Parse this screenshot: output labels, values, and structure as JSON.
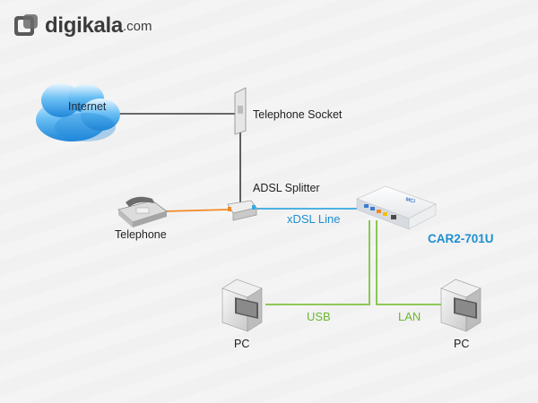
{
  "brand": {
    "name": "digikala",
    "domain": ".com"
  },
  "watermark_text": "digikala",
  "nodes": {
    "internet": "Internet",
    "telephone_socket": "Telephone Socket",
    "adsl_splitter": "ADSL Splitter",
    "telephone": "Telephone",
    "router_model": "CAR2-701U",
    "pc_left": "PC",
    "pc_right": "PC"
  },
  "links": {
    "xdsl": "xDSL Line",
    "usb": "USB",
    "lan": "LAN"
  },
  "colors": {
    "phone_line": "#3a3a3a",
    "telephone_cable": "#f08a24",
    "xdsl_cable": "#39a8e0",
    "usb_lan_cable": "#7fc241",
    "cloud": "#3aa0e8",
    "model_text": "#1d8fd1"
  },
  "icons": [
    "logo-mark-icon",
    "cloud-icon",
    "wall-socket-icon",
    "splitter-icon",
    "telephone-icon",
    "router-icon",
    "pc-icon"
  ]
}
